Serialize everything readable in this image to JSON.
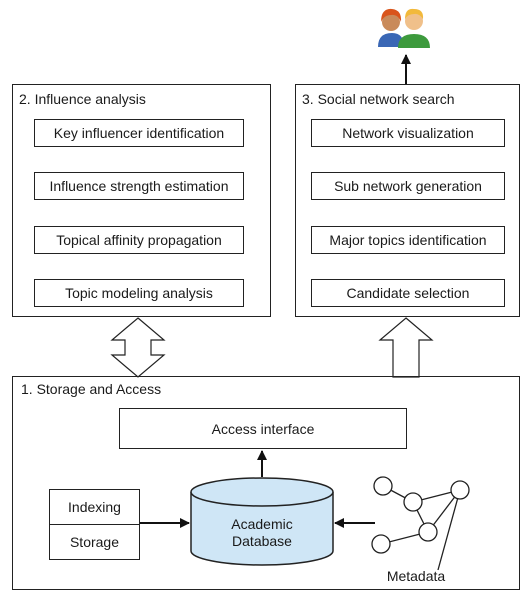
{
  "influence_panel": {
    "title": "2. Influence analysis",
    "steps": [
      "Key influencer identification",
      "Influence strength estimation",
      "Topical affinity propagation",
      "Topic modeling analysis"
    ]
  },
  "search_panel": {
    "title": "3. Social network search",
    "steps": [
      "Network visualization",
      "Sub network generation",
      "Major topics identification",
      "Candidate selection"
    ]
  },
  "storage_panel": {
    "title": "1. Storage and Access",
    "access_interface": "Access interface",
    "indexing": "Indexing",
    "storage": "Storage",
    "database_line1": "Academic",
    "database_line2": "Database",
    "metadata": "Metadata"
  },
  "colors": {
    "database_fill": "#cfe6f6",
    "hollow_arrow_fill": "#ffffff",
    "person_female": "#d9541b",
    "person_male": "#f2b93b",
    "shirt_blue": "#3a67b5",
    "shirt_green": "#3d9a3d"
  },
  "icons": [
    "users-icon",
    "metadata-graph-icon",
    "database-icon"
  ]
}
